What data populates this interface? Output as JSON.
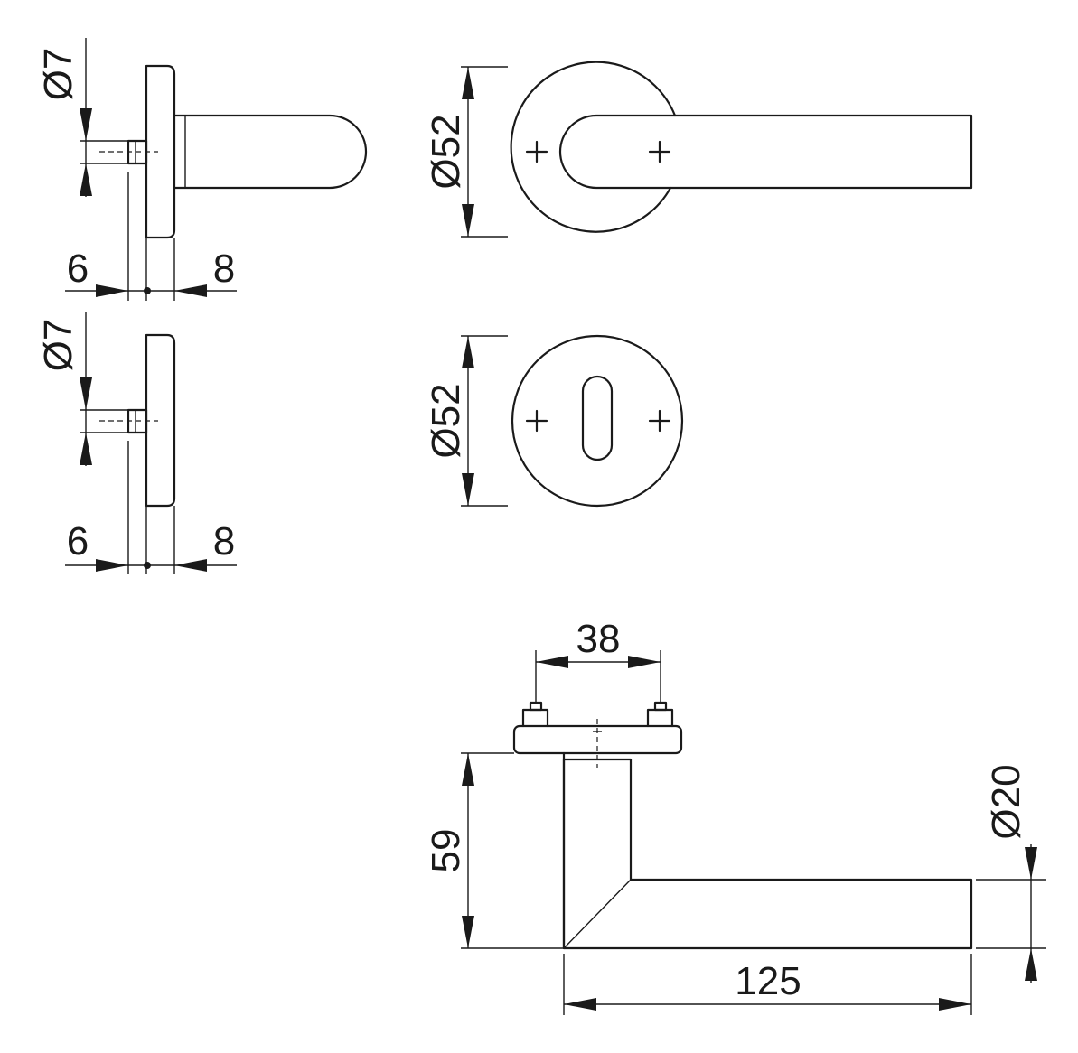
{
  "drawing": {
    "colors": {
      "line": "#1a1a1a",
      "background": "#ffffff"
    },
    "lever_side_view": {
      "pin_diameter": "Ø7",
      "offset_left": "6",
      "offset_right": "8"
    },
    "lever_front_view": {
      "rose_diameter": "Ø52"
    },
    "key_side_view": {
      "pin_diameter": "Ø7",
      "offset_left": "6",
      "offset_right": "8"
    },
    "key_front_view": {
      "rose_diameter": "Ø52"
    },
    "lever_top_view": {
      "screw_spacing": "38",
      "projection": "59",
      "lever_diameter": "Ø20",
      "lever_length": "125"
    }
  }
}
